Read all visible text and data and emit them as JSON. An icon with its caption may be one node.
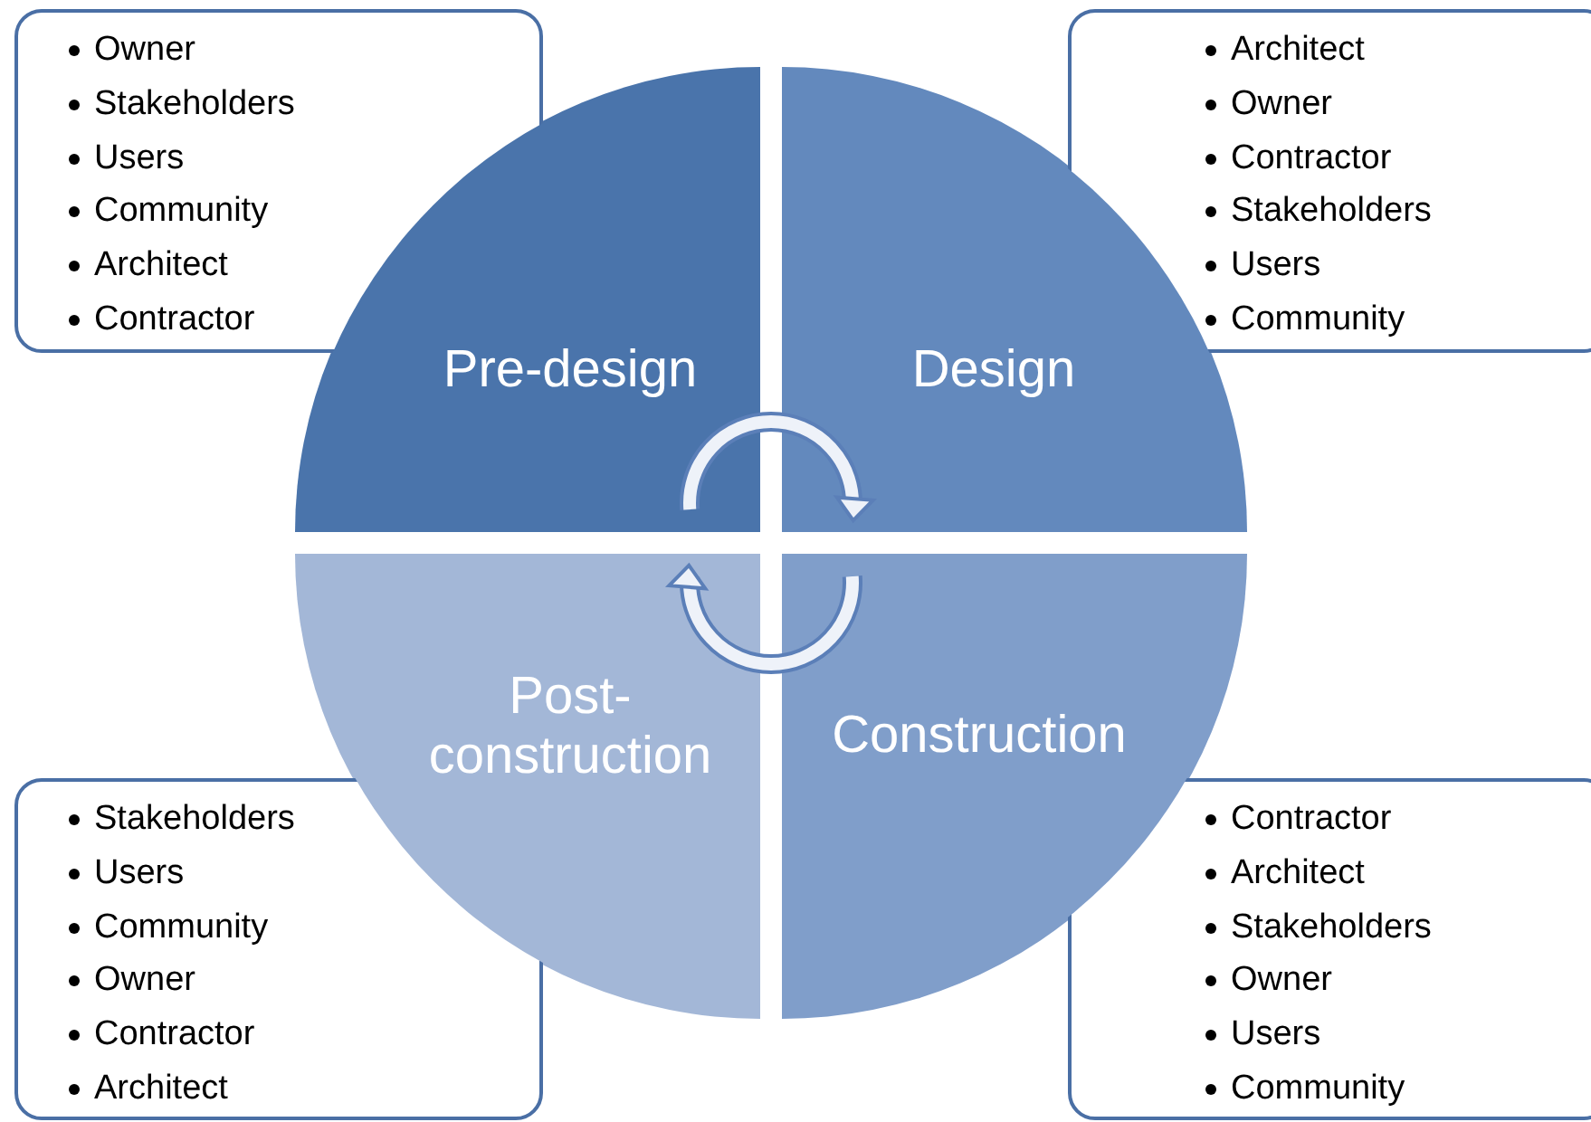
{
  "diagram": {
    "nodes": [
      {
        "text": [
          "Owner",
          "Stakeholders",
          "Users",
          "Community",
          "Architect",
          "Contractor"
        ]
      },
      {
        "text": [
          "Architect",
          "Owner",
          "Contractor",
          "Stakeholders",
          "Users",
          "Community"
        ]
      },
      {
        "text": [
          "Pre-design"
        ]
      },
      {
        "text": [
          "Design"
        ]
      },
      {
        "text": [
          "Post-construction"
        ]
      },
      {
        "text": [
          "Construction"
        ]
      },
      {
        "text": [
          "Stakeholders",
          "Users",
          "Community",
          "Owner",
          "Contractor",
          "Architect"
        ]
      },
      {
        "text": [
          "Contractor",
          "Architect",
          "Stakeholders",
          "Owner",
          "Users",
          "Community"
        ]
      }
    ],
    "edges": [
      {
        "from": 2,
        "to": 3,
        "arrow": "to"
      },
      {
        "from": 5,
        "to": 4,
        "arrow": "to"
      }
    ]
  }
}
